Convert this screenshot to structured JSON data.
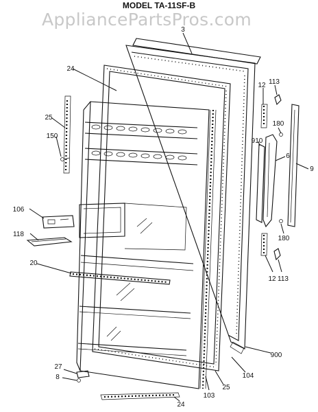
{
  "title": "MODEL TA-11SF-B",
  "watermark": "AppliancePartsPros.com",
  "callouts": {
    "c3": "3",
    "c24_top": "24",
    "c25_left": "25",
    "c150": "150",
    "c106": "106",
    "c118": "118",
    "c20": "20",
    "c27": "27",
    "c8": "8",
    "c24_bottom": "24",
    "c103": "103",
    "c25_bottom": "25",
    "c104": "104",
    "c900": "900",
    "c12_top": "12",
    "c113_top": "113",
    "c180_top": "180",
    "c910": "910",
    "c6": "6",
    "c9": "9",
    "c180_bottom": "180",
    "c12_bottom": "12",
    "c113_bottom": "113"
  }
}
